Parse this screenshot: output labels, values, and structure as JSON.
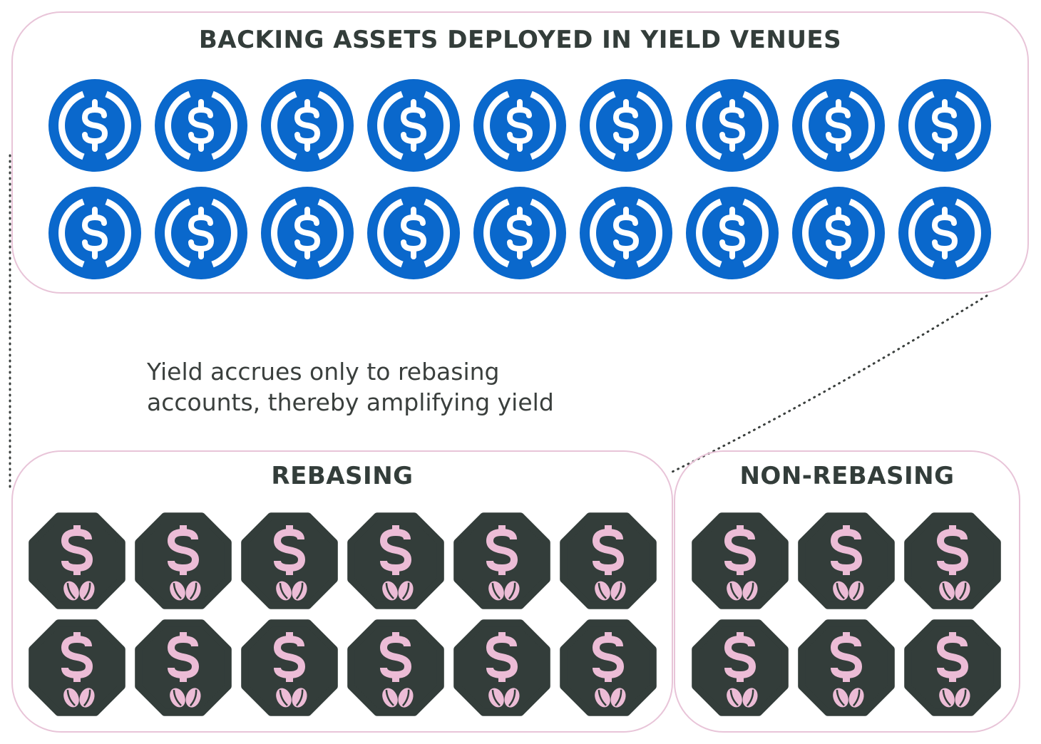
{
  "panels": {
    "backing": {
      "title": "BACKING ASSETS DEPLOYED IN YIELD VENUES",
      "rows": 2,
      "cols": 9,
      "coin": "usdc-icon"
    },
    "rebasing": {
      "title": "REBASING",
      "rows": 2,
      "cols": 6,
      "coin": "ousd-token-icon"
    },
    "nonrebasing": {
      "title": "NON-REBASING",
      "rows": 2,
      "cols": 3,
      "coin": "ousd-token-icon"
    }
  },
  "caption": {
    "line1": "Yield accrues only to rebasing",
    "line2": "accounts, thereby amplifying yield"
  },
  "colors": {
    "usdc_blue": "#0a68cc",
    "token_dark": "#333d3a",
    "token_pink": "#ecbcd6",
    "border_pink": "#e8c4d8",
    "dotted_line": "#3a3f3d"
  }
}
